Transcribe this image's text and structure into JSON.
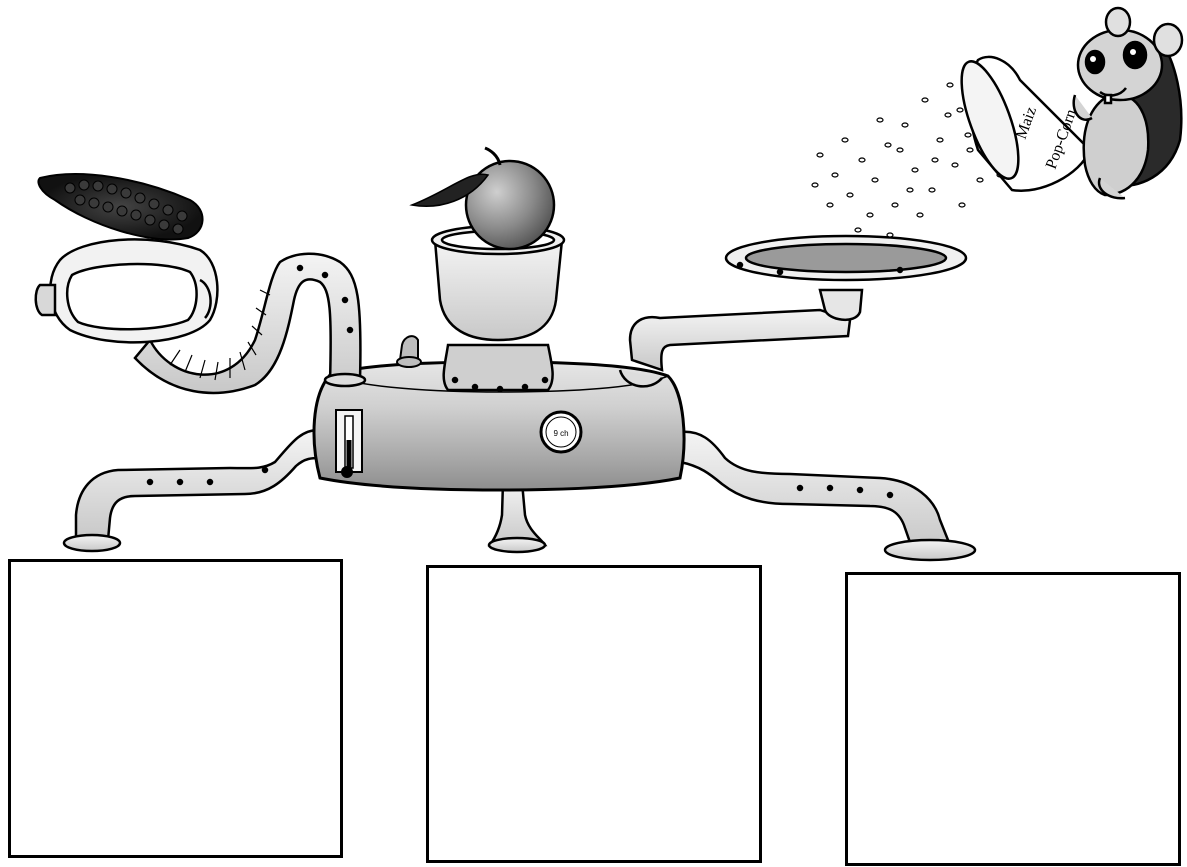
{
  "bag_label": {
    "line1": "Maiz",
    "line2": "Pop-Corn"
  },
  "gauge_text": "9 ch",
  "answer_boxes": [
    {
      "id": "left",
      "value": ""
    },
    {
      "id": "middle",
      "value": ""
    },
    {
      "id": "right",
      "value": ""
    }
  ],
  "icons": [
    "corn-cob-icon",
    "apple-icon",
    "mouse-icon",
    "popcorn-bag-icon",
    "funnel-icon",
    "gauge-icon",
    "thermometer-icon",
    "lever-icon"
  ],
  "colors": {
    "ink": "#000000",
    "paper": "#ffffff",
    "metal_light": "#eaeaea",
    "metal_dark": "#9a9a9a"
  }
}
